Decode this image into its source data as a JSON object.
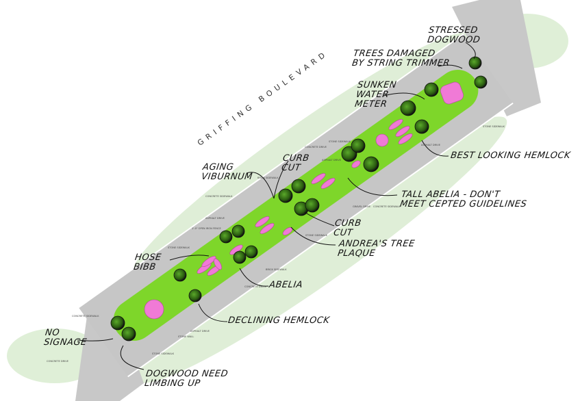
{
  "street_name": "GRIFFING BOULEVARD",
  "annotations": {
    "stressed_dogwood": "Stressed\nDogwood",
    "trees_damaged": "Trees damaged\nby string trimmer",
    "sunken_water_meter": "Sunken\nWater\nMeter",
    "best_looking_hemlock": "Best Looking Hemlock",
    "aging_viburnum": "Aging\nViburnum",
    "curb_cut_1": "Curb\nCut",
    "tall_abelia": "Tall Abelia - Don't\nMeet CEPTED Guidelines",
    "curb_cut_2": "Curb\nCut",
    "andreas_tree_plaque": "Andrea's Tree\nPlaque",
    "hose_bibb": "Hose\nBibb",
    "abelia": "Abelia",
    "declining_hemlock": "Declining Hemlock",
    "no_signage": "No\nSignage",
    "dogwood_limbing": "Dogwood need\nlimbing up"
  },
  "site_labels": [
    "Concrete Sidewalk",
    "Asphalt Drive",
    "1'-0\" Open Iron Fence",
    "Stone Sidewalk",
    "Concrete Drive",
    "Stone Sidewalk",
    "Asphalt Drive",
    "Brick Sidewalk",
    "Gravel Drive",
    "Stone Sidewalk",
    "Concrete Sidewalk",
    "Brick Sidewalk",
    "Concrete Drive",
    "Stone Wall",
    "Asphalt Drive",
    "Stone Sidewalk",
    "Concrete Sidewalk",
    "Concrete Drive",
    "Asphalt Drive",
    "Stone Sidewalk"
  ],
  "colors": {
    "median": "#7ed62a",
    "road": "#c8c8c8",
    "bed": "#f07ad6",
    "tree": "#2f6b12",
    "lawn": "#dfeed7"
  }
}
